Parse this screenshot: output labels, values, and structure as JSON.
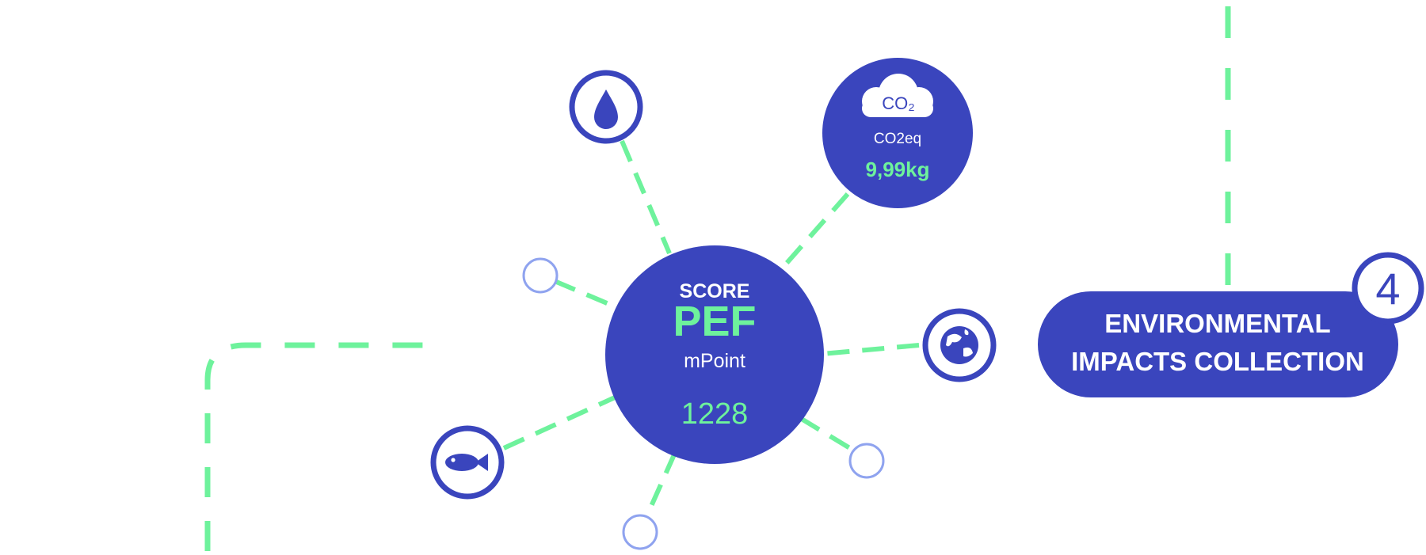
{
  "colors": {
    "primary": "#3a45bd",
    "accent": "#6ef29c",
    "light_ring": "#8fa3ef",
    "white": "#ffffff"
  },
  "center": {
    "label_top": "SCORE",
    "label_main": "PEF",
    "label_unit": "mPoint",
    "value": "1228"
  },
  "co2": {
    "cloud_text": "CO₂",
    "label": "CO2eq",
    "value": "9,99kg"
  },
  "step": {
    "number": "4",
    "title_line1": "ENVIRONMENTAL",
    "title_line2": "IMPACTS COLLECTION"
  },
  "icons": {
    "water": "water-drop-icon",
    "fish": "fish-icon",
    "earth": "globe-icon"
  }
}
